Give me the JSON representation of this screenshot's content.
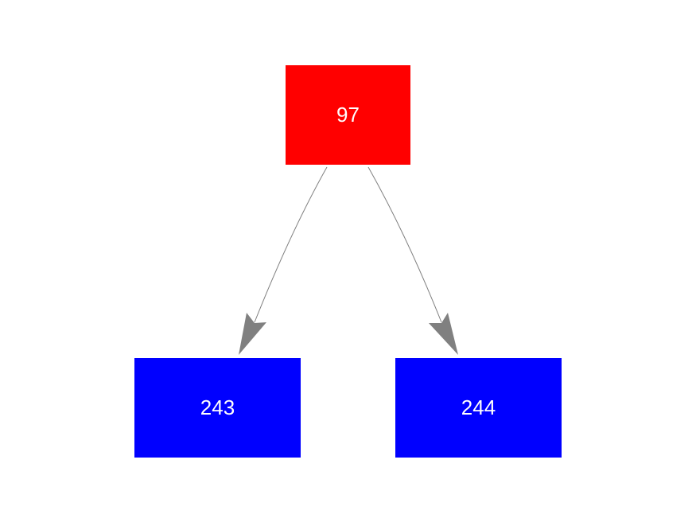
{
  "nodes": [
    {
      "id": "97",
      "label": "97",
      "color": "#ff0000"
    },
    {
      "id": "243",
      "label": "243",
      "color": "#0000ff"
    },
    {
      "id": "244",
      "label": "244",
      "color": "#0000ff"
    }
  ],
  "edges": [
    {
      "from": "97",
      "to": "243",
      "color": "#808080"
    },
    {
      "from": "97",
      "to": "244",
      "color": "#808080"
    }
  ]
}
